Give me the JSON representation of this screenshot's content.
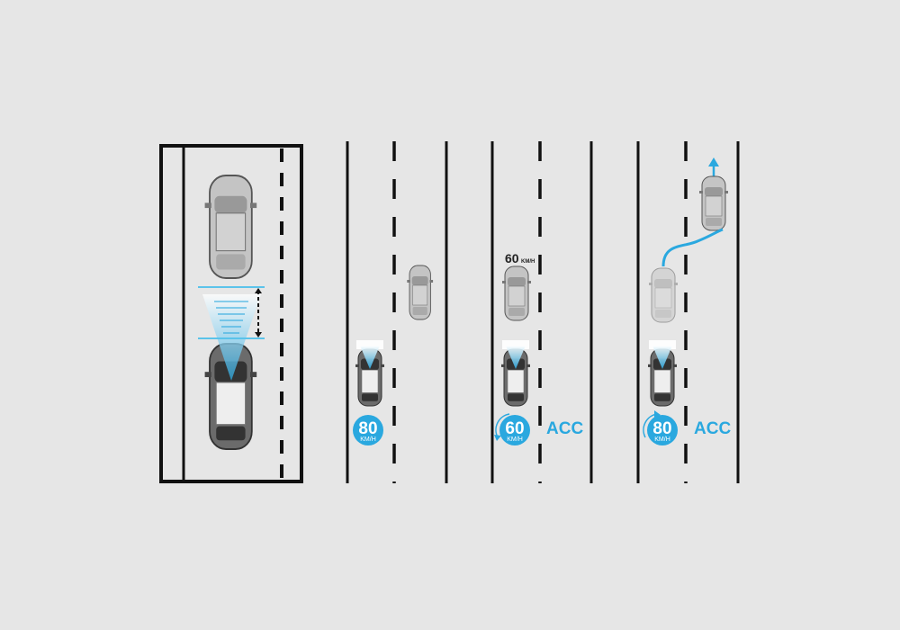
{
  "colors": {
    "background": "#e6e6e6",
    "accent": "#2aa8df",
    "line": "#111111",
    "car": "#b9b9b9",
    "ego_car": "#555555"
  },
  "panel2": {
    "ego_speed": "80",
    "ego_unit": "KM/H"
  },
  "panel3": {
    "lead_speed": "60",
    "lead_unit": "KM/H",
    "ego_speed": "60",
    "ego_unit": "KM/H",
    "mode": "ACC"
  },
  "panel4": {
    "ego_speed": "80",
    "ego_unit": "KM/H",
    "mode": "ACC"
  }
}
